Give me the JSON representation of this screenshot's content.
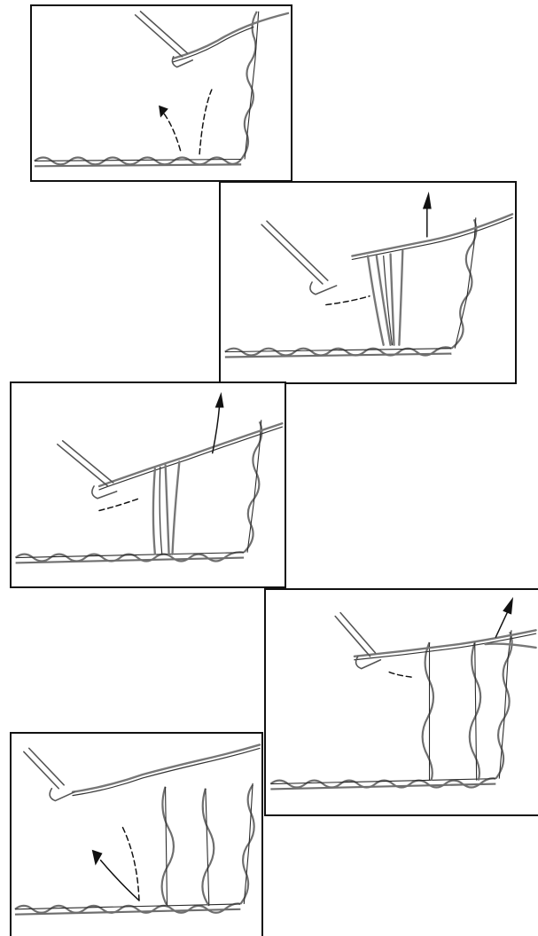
{
  "figure": {
    "panels": [
      {
        "id": "step-1"
      },
      {
        "id": "step-2"
      },
      {
        "id": "step-3"
      },
      {
        "id": "step-4"
      },
      {
        "id": "step-5"
      }
    ]
  }
}
